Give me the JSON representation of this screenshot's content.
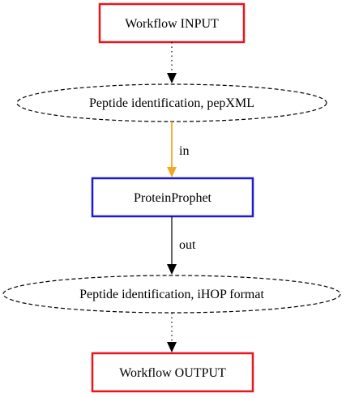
{
  "nodes": {
    "input": {
      "label": "Workflow INPUT",
      "border_color": "#e8161b"
    },
    "pepxml": {
      "label": "Peptide identification, pepXML"
    },
    "protein_prophet": {
      "label": "ProteinProphet",
      "border_color": "#1b1bd6"
    },
    "ihop": {
      "label": "Peptide identification, iHOP format"
    },
    "output": {
      "label": "Workflow OUTPUT",
      "border_color": "#e8161b"
    }
  },
  "edges": {
    "in_label": "in",
    "out_label": "out",
    "in_color": "#f5a623",
    "default_color": "#000000"
  }
}
